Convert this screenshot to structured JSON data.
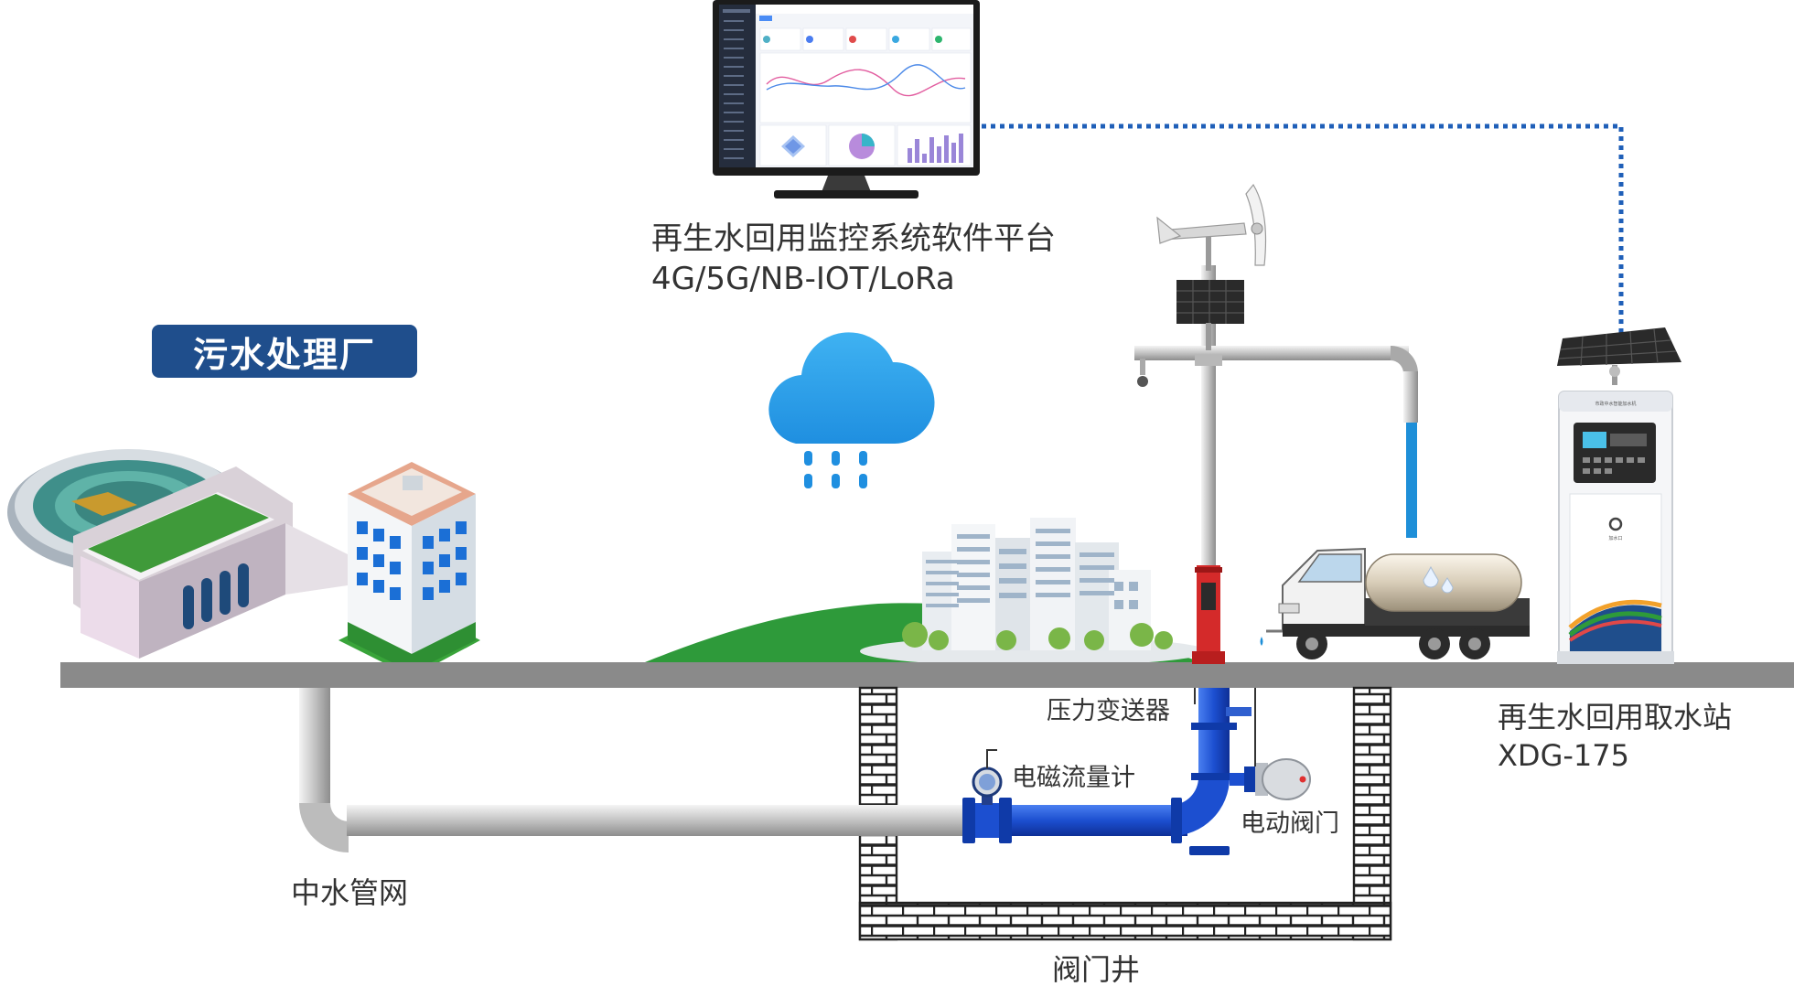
{
  "labels": {
    "platform_title": "再生水回用监控系统软件平台",
    "platform_protocols": "4G/5G/NB-IOT/LoRa",
    "plant": "污水处理厂",
    "pressure_transmitter": "压力变送器",
    "flow_meter": "电磁流量计",
    "electric_valve": "电动阀门",
    "pipe_network": "中水管网",
    "valve_well": "阀门井",
    "station_name": "再生水回用取水站",
    "station_model": "XDG-175",
    "kiosk_header": "市政中水智能加水机",
    "kiosk_outlet": "加水口"
  },
  "colors": {
    "badge": "#1f4e8c",
    "water": "#1e8fd8",
    "pipe_blue": "#1c4fd0",
    "ground": "#8a8a8a",
    "grass": "#2e9a3a",
    "signal": "#1f5fb8",
    "hydrant_red": "#d42a2a"
  },
  "icons": [
    "monitor-icon",
    "rain-cloud-icon",
    "wind-turbine-icon",
    "solar-panel-icon",
    "water-truck-icon",
    "dispenser-kiosk-icon",
    "building-icon"
  ]
}
